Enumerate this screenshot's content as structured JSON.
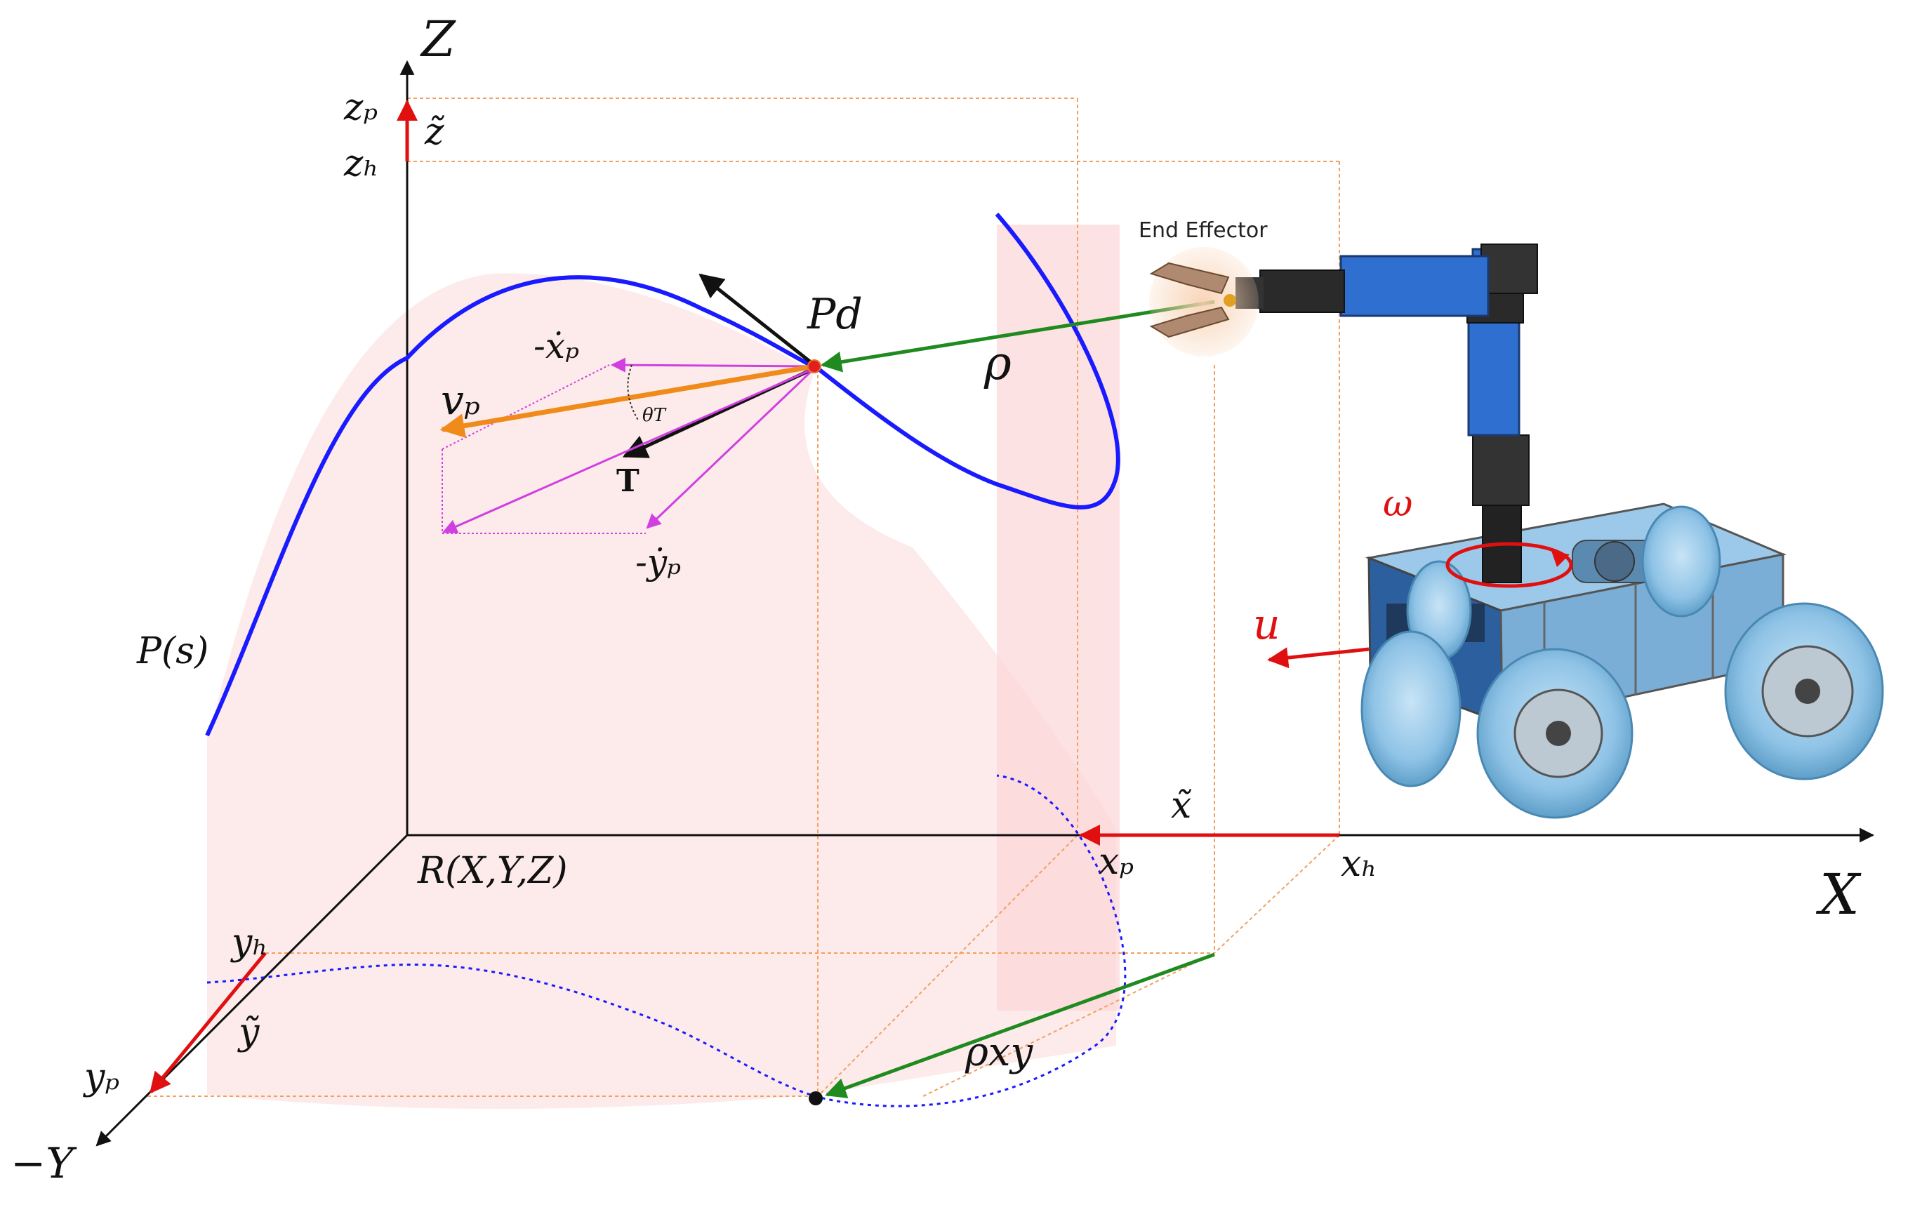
{
  "labels": {
    "z_axis": "Z",
    "x_axis": "X",
    "neg_y_axis": "−Y",
    "z_p": "zₚ",
    "z_tilde": "z̃",
    "z_h": "zₕ",
    "x_p": "xₚ",
    "x_tilde": "x̃",
    "x_h": "xₕ",
    "y_h": "yₕ",
    "y_tilde": "ỹ",
    "y_p": "yₚ",
    "frame": "R(X,Y,Z)",
    "path": "P(s)",
    "p_d": "Pd",
    "rho": "ρ",
    "rho_xy": "ρxy",
    "v_p": "vₚ",
    "neg_xdot": "-ẋₚ",
    "neg_ydot": "-ẏₚ",
    "theta": "θT",
    "tangent": "T",
    "end_effector": "End Effector",
    "omega": "ω",
    "u": "u"
  },
  "colors": {
    "path": "#1a1aff",
    "error": "#e01010",
    "rho": "#1f8a1f",
    "velocity": "#f08a1a",
    "components": "#d040e0",
    "guides": "#f0a060",
    "shade": "#fde8e8",
    "robot_blue": "#2e6fd0",
    "wheel": "#8fc3e6"
  }
}
